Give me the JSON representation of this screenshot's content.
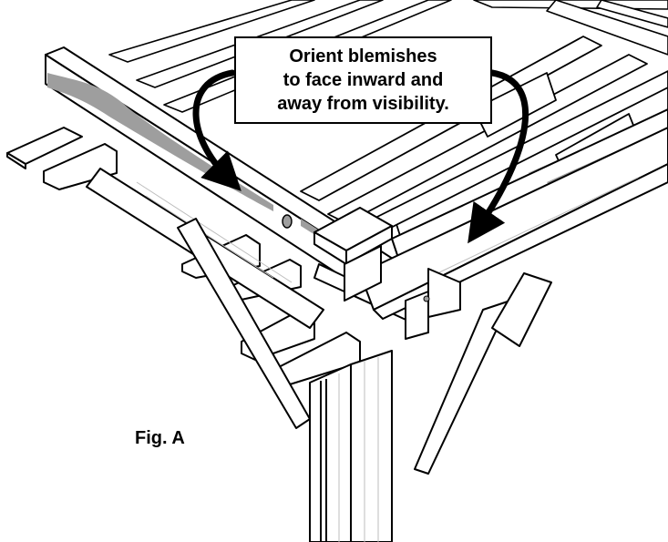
{
  "callout": {
    "lines": [
      "Orient blemishes",
      "to face inward and",
      "away from visibility."
    ]
  },
  "figure_label": "Fig. A",
  "colors": {
    "line": "#000000",
    "wood": "#ffffff",
    "blemish": "#9e9e9e",
    "grain": "#bdbdbd"
  }
}
